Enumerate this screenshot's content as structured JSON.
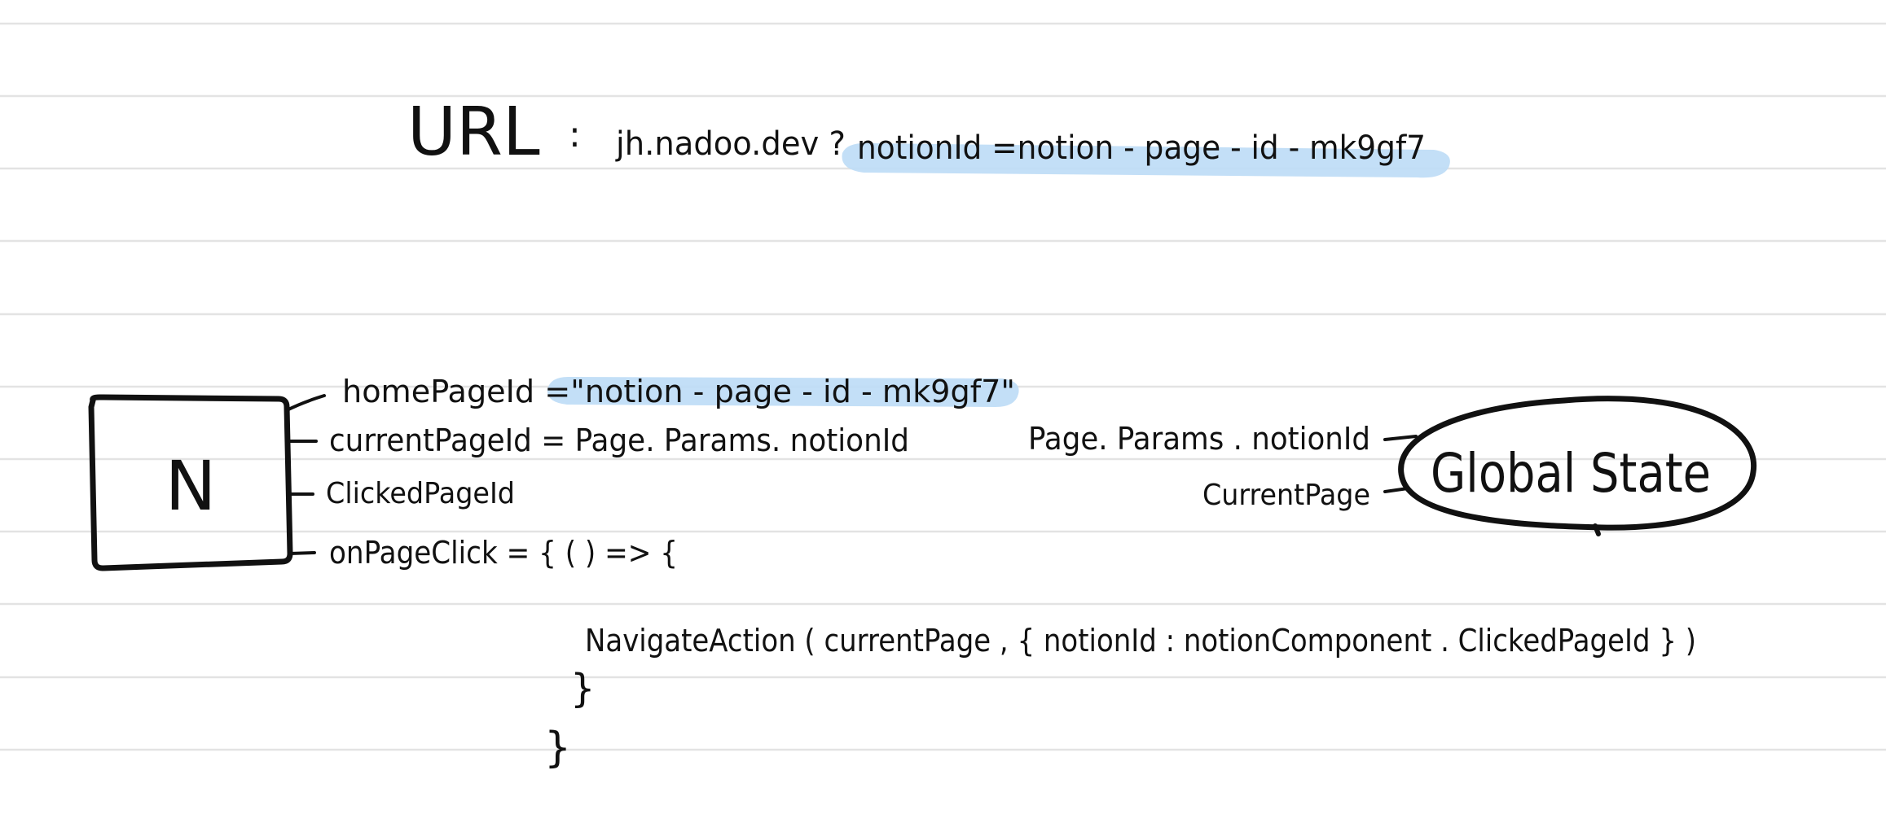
{
  "colors": {
    "ink": "#111111",
    "highlight": "#bcdcf6",
    "rule_line": "#e3e3e3",
    "background": "#ffffff"
  },
  "header": {
    "label": "URL",
    "colon": ":",
    "domain_query": "jh.nadoo.dev ?",
    "param": "notionId =notion - page - id - mk9gf7"
  },
  "component": {
    "name": "N",
    "props": [
      "homePageId =\"notion - page - id - mk9gf7\"",
      "currentPageId = Page. Params. notionId",
      "ClickedPageId",
      "onPageClick = { ( ) => {"
    ],
    "body": [
      "NavigateAction ( currentPage , { notionId :  notionComponent . ClickedPageId } )",
      "}",
      "}"
    ]
  },
  "global_state": {
    "name": "Global State",
    "fields": [
      "Page. Params . notionId",
      "CurrentPage"
    ]
  }
}
